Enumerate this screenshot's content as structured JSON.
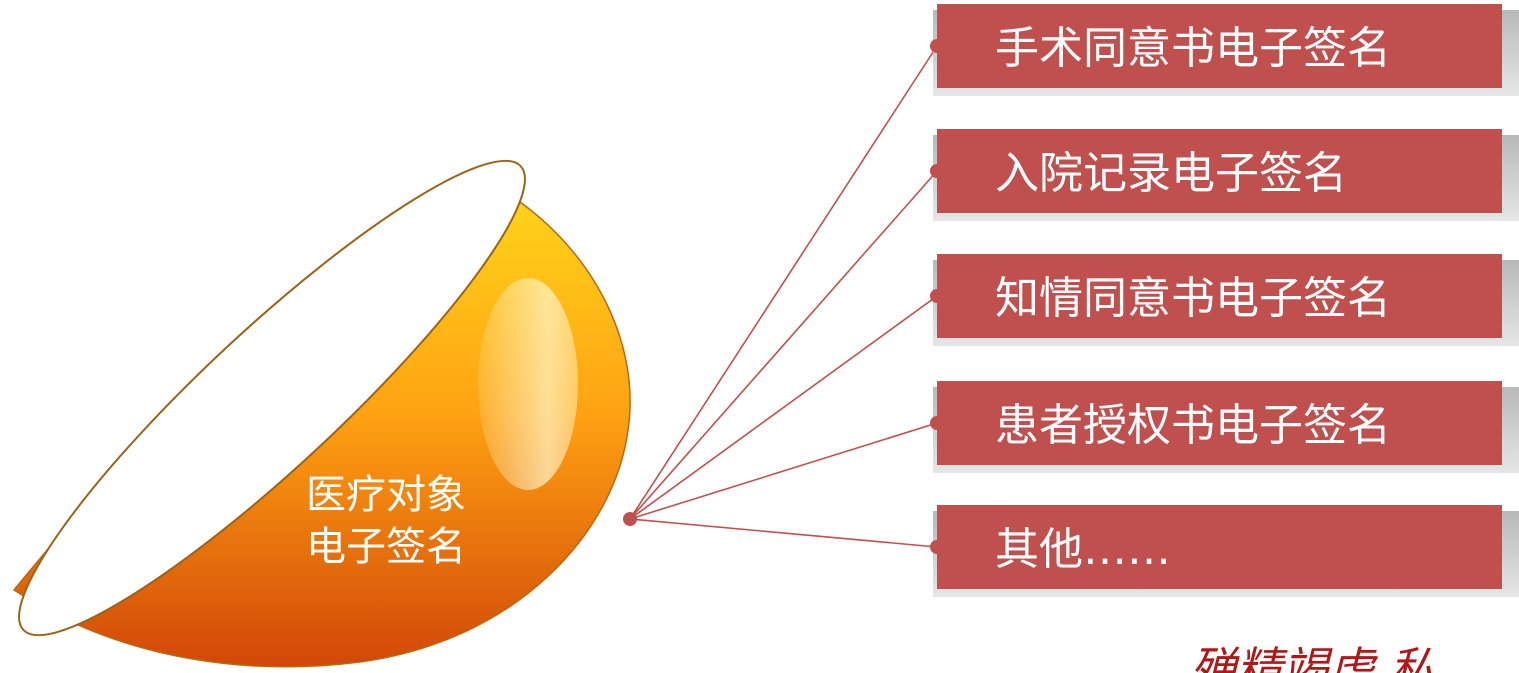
{
  "center": {
    "label_line1": "医疗对象",
    "label_line2": "电子签名"
  },
  "items": [
    {
      "label": "手术同意书电子签名"
    },
    {
      "label": "入院记录电子签名"
    },
    {
      "label": "知情同意书电子签名"
    },
    {
      "label": "患者授权书电子签名"
    },
    {
      "label": "其他……"
    }
  ],
  "signature": "殚精竭虑 私",
  "colors": {
    "box_fill": "#c0504d",
    "line": "#c0504d",
    "bowl_top": "#ffd21a",
    "bowl_bottom": "#d24708",
    "rim": "#9a6418"
  }
}
